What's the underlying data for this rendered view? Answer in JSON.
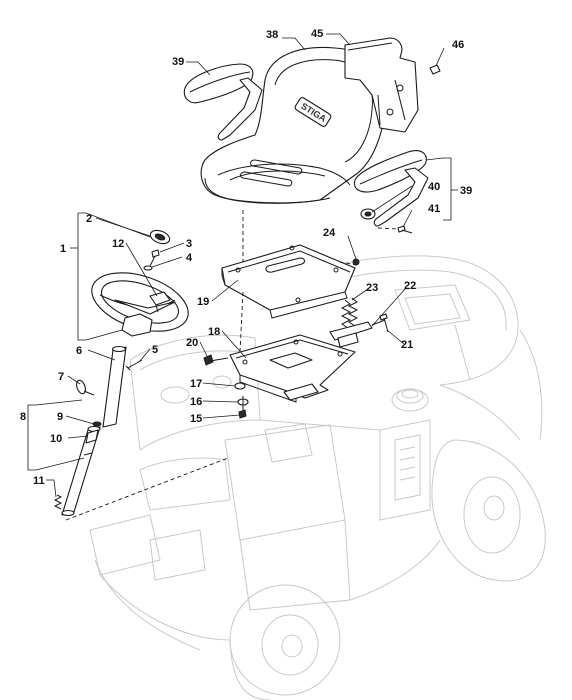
{
  "diagram": {
    "brand_mark": "STIGA",
    "callouts": {
      "c1": "1",
      "c2": "2",
      "c3": "3",
      "c4": "4",
      "c5": "5",
      "c6": "6",
      "c7": "7",
      "c8": "8",
      "c9": "9",
      "c10": "10",
      "c11": "11",
      "c12": "12",
      "c15": "15",
      "c16": "16",
      "c17": "17",
      "c18": "18",
      "c19": "19",
      "c20": "20",
      "c21": "21",
      "c22": "22",
      "c23": "23",
      "c24": "24",
      "c38": "38",
      "c39a": "39",
      "c39b": "39",
      "c40": "40",
      "c41": "41",
      "c45": "45",
      "c46": "46"
    }
  }
}
